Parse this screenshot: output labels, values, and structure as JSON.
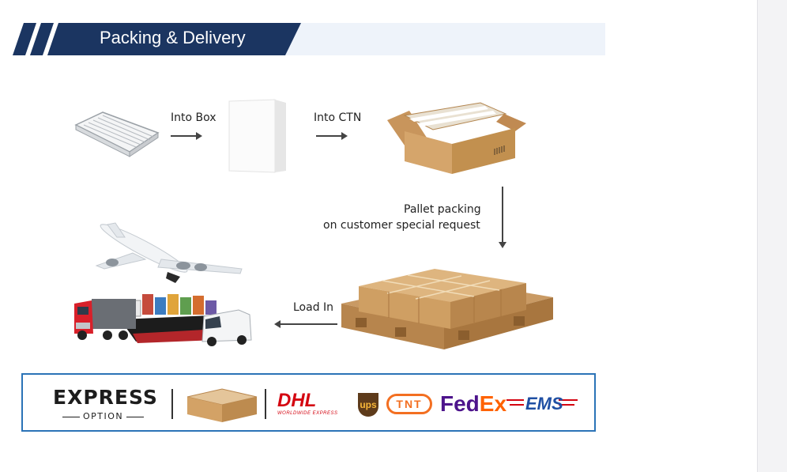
{
  "header": {
    "title": "Packing & Delivery",
    "accent": "#1b3561",
    "band": "#eef3fa"
  },
  "flow": {
    "into_box": "Into Box",
    "into_ctn": "Into CTN",
    "pallet_line1": "Pallet packing",
    "pallet_line2": "on customer special request",
    "load_in": "Load In"
  },
  "express": {
    "title": "EXPRESS",
    "subtitle": "OPTION",
    "carriers": [
      {
        "name": "DHL",
        "tagline": "WORLDWIDE EXPRESS",
        "color": "#d40511"
      },
      {
        "name": "ups",
        "color": "#5e3b1b"
      },
      {
        "name": "TNT",
        "color": "#f36f21"
      },
      {
        "name": "FedEx",
        "color_fed": "#4d148c",
        "color_ex": "#ff6200"
      },
      {
        "name": "EMS",
        "color": "#1f4fa3",
        "accent": "#d40511"
      }
    ],
    "border_color": "#2b73b7"
  },
  "icons": [
    "air-filter-icon",
    "white-box-icon",
    "carton-box-icon",
    "pallet-boxes-icon",
    "transport-collage-icon",
    "airplane-icon",
    "truck-icon",
    "cargo-ship-icon",
    "van-icon"
  ]
}
